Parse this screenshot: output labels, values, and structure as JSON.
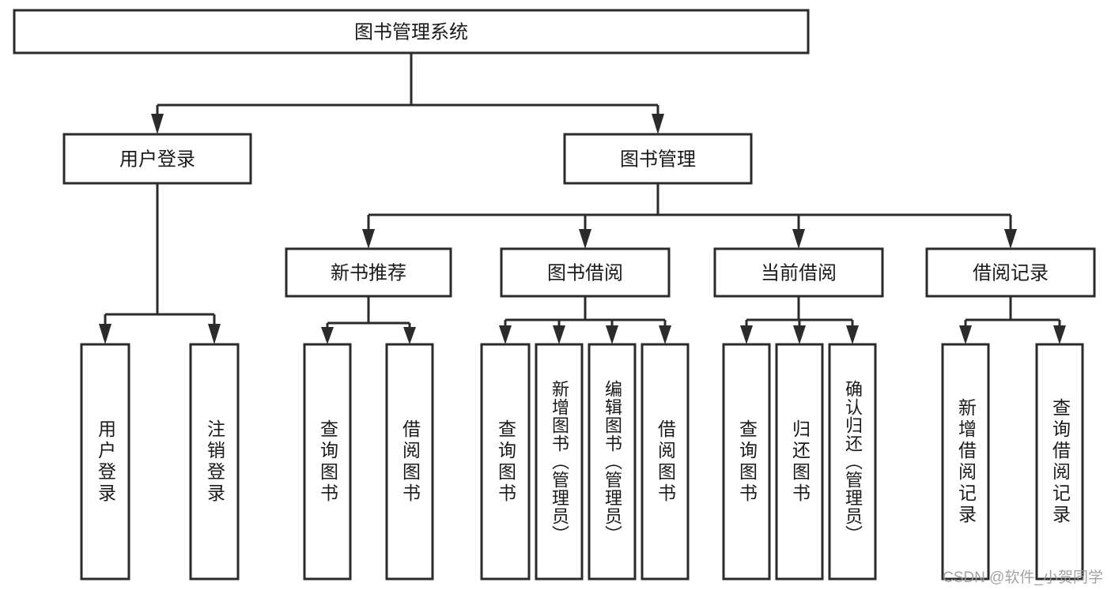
{
  "diagram": {
    "type": "tree",
    "title": "图书管理系统",
    "root": {
      "id": "root",
      "label": "图书管理系统"
    },
    "level2": [
      {
        "id": "user-login",
        "label": "用户登录"
      },
      {
        "id": "book-management",
        "label": "图书管理"
      }
    ],
    "level3": [
      {
        "id": "new-book-recommend",
        "label": "新书推荐",
        "parent": "book-management"
      },
      {
        "id": "book-borrow",
        "label": "图书借阅",
        "parent": "book-management"
      },
      {
        "id": "current-borrow",
        "label": "当前借阅",
        "parent": "book-management"
      },
      {
        "id": "borrow-record",
        "label": "借阅记录",
        "parent": "book-management"
      }
    ],
    "leaves": {
      "user-login": [
        {
          "id": "leaf-user-login",
          "label": "用户登录"
        },
        {
          "id": "leaf-logout-login",
          "label": "注销登录"
        }
      ],
      "new-book-recommend": [
        {
          "id": "leaf-query-book-1",
          "label": "查询图书"
        },
        {
          "id": "leaf-borrow-book-1",
          "label": "借阅图书"
        }
      ],
      "book-borrow": [
        {
          "id": "leaf-query-book-2",
          "label": "查询图书"
        },
        {
          "id": "leaf-add-book-admin",
          "label": "新增图书（管理员）"
        },
        {
          "id": "leaf-edit-book-admin",
          "label": "编辑图书（管理员）"
        },
        {
          "id": "leaf-borrow-book-2",
          "label": "借阅图书"
        }
      ],
      "current-borrow": [
        {
          "id": "leaf-query-book-3",
          "label": "查询图书"
        },
        {
          "id": "leaf-return-book",
          "label": "归还图书"
        },
        {
          "id": "leaf-confirm-return-admin",
          "label": "确认归还（管理员）"
        }
      ],
      "borrow-record": [
        {
          "id": "leaf-add-borrow-record",
          "label": "新增借阅记录"
        },
        {
          "id": "leaf-query-borrow-record",
          "label": "查询借阅记录"
        }
      ]
    }
  },
  "watermark": {
    "text": "CSDN @软件_小贺同学"
  },
  "colors": {
    "stroke": "#2b2b2b",
    "fill": "#ffffff",
    "text": "#1a1a1a",
    "watermark": "#9a9a9a"
  }
}
